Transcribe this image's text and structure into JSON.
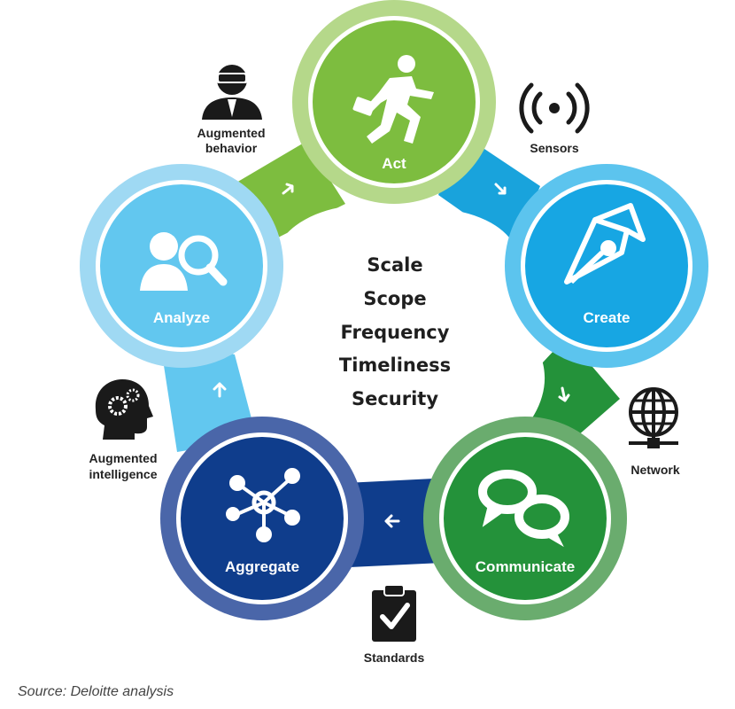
{
  "cycle_nodes": {
    "act": {
      "label": "Act",
      "icon": "running-person-icon",
      "ring_color": "#b5d88a",
      "fill_color": "#7dbd3f"
    },
    "create": {
      "label": "Create",
      "icon": "pen-nib-icon",
      "ring_color": "#5cc4ee",
      "fill_color": "#17a6e3"
    },
    "communicate": {
      "label": "Communicate",
      "icon": "chat-bubbles-icon",
      "ring_color": "#6aac6e",
      "fill_color": "#24923a"
    },
    "aggregate": {
      "label": "Aggregate",
      "icon": "network-nodes-icon",
      "ring_color": "#4a66a9",
      "fill_color": "#0f3d8c"
    },
    "analyze": {
      "label": "Analyze",
      "icon": "people-search-icon",
      "ring_color": "#9fd9f3",
      "fill_color": "#62c7ef"
    }
  },
  "connectors": {
    "augmented_behavior": {
      "label": "Augmented behavior",
      "line1": "Augmented",
      "line2": "behavior",
      "icon": "vr-headset-person-icon"
    },
    "sensors": {
      "label": "Sensors",
      "icon": "broadcast-sensor-icon"
    },
    "network": {
      "label": "Network",
      "icon": "globe-network-icon"
    },
    "standards": {
      "label": "Standards",
      "icon": "clipboard-check-icon"
    },
    "augmented_intelligence": {
      "label": "Augmented intelligence",
      "line1": "Augmented",
      "line2": "intelligence",
      "icon": "head-gears-icon"
    }
  },
  "center_terms": [
    "Scale",
    "Scope",
    "Frequency",
    "Timeliness",
    "Security"
  ],
  "source": "Source: Deloitte analysis"
}
